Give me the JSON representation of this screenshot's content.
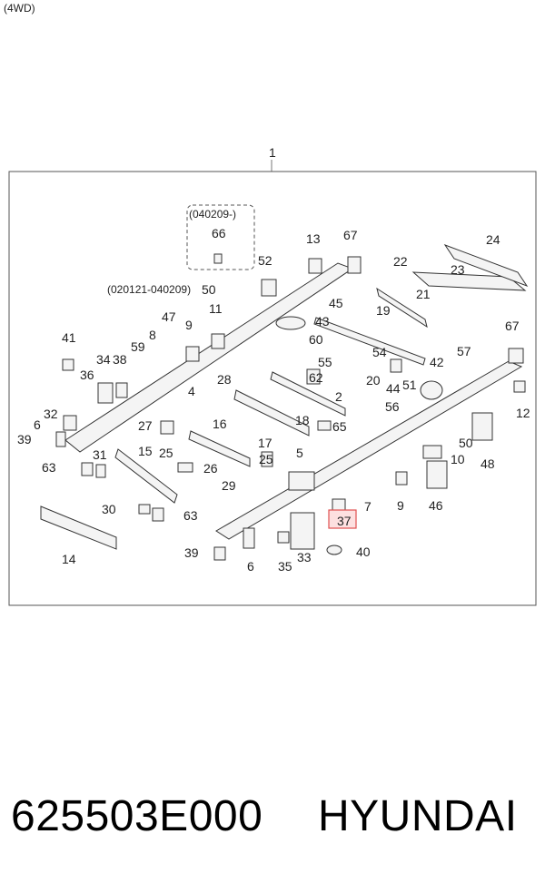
{
  "variant_label": "(4WD)",
  "assembly_number": "1",
  "date_notes": {
    "box_range": "(040209-)",
    "range_50": "(020121-040209)"
  },
  "callouts": [
    "66",
    "13",
    "67",
    "24",
    "52",
    "22",
    "23",
    "50",
    "21",
    "45",
    "47",
    "9",
    "11",
    "43",
    "19",
    "41",
    "60",
    "59",
    "8",
    "55",
    "54",
    "34",
    "38",
    "57",
    "67",
    "36",
    "20",
    "44",
    "42",
    "28",
    "4",
    "62",
    "2",
    "51",
    "32",
    "12",
    "56",
    "6",
    "16",
    "65",
    "18",
    "27",
    "39",
    "25",
    "17",
    "50",
    "15",
    "5",
    "48",
    "31",
    "10",
    "26",
    "63",
    "25",
    "29",
    "9",
    "46",
    "7",
    "30",
    "63",
    "37",
    "14",
    "39",
    "6",
    "35",
    "33",
    "40"
  ],
  "highlighted_callout": "37",
  "part_number": "625503E000",
  "brand": "HYUNDAI",
  "highlight_color": "#e05050"
}
